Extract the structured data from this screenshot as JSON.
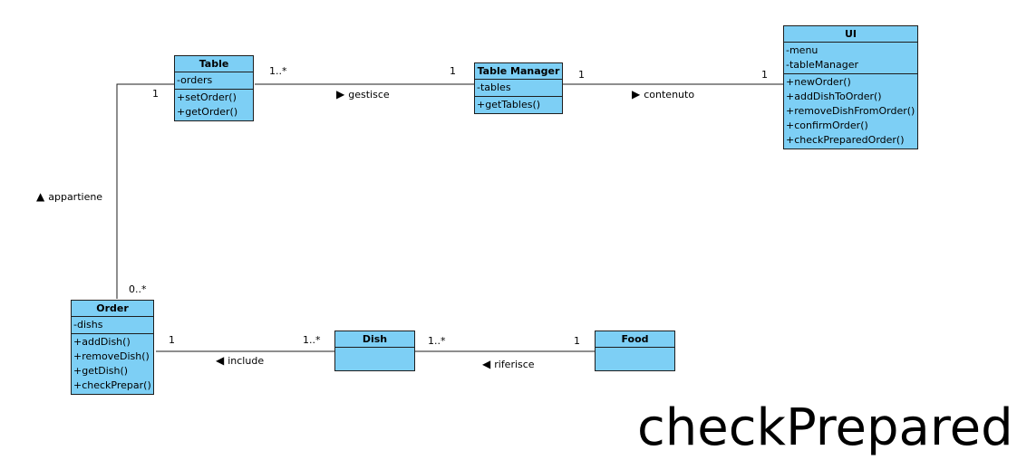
{
  "classes": {
    "table": {
      "name": "Table",
      "attributes": [
        "-orders"
      ],
      "methods": [
        "+setOrder()",
        "+getOrder()"
      ]
    },
    "table_manager": {
      "name": "Table Manager",
      "attributes": [
        "-tables"
      ],
      "methods": [
        "+getTables()"
      ]
    },
    "ui": {
      "name": "UI",
      "attributes": [
        "-menu",
        "-tableManager"
      ],
      "methods": [
        "+newOrder()",
        "+addDishToOrder()",
        "+removeDishFromOrder()",
        "+confirmOrder()",
        "+checkPreparedOrder()"
      ]
    },
    "order": {
      "name": "Order",
      "attributes": [
        "-dishs"
      ],
      "methods": [
        "+addDish()",
        "+removeDish()",
        "+getDish()",
        "+checkPrepar()"
      ]
    },
    "dish": {
      "name": "Dish"
    },
    "food": {
      "name": "Food"
    }
  },
  "associations": {
    "gestisce": {
      "label": "gestisce",
      "direction_icon": "triangle-right",
      "mult_table": "1..*",
      "mult_manager": "1"
    },
    "contenuto": {
      "label": "contenuto",
      "direction_icon": "triangle-right",
      "mult_manager": "1",
      "mult_ui": "1"
    },
    "appartiene": {
      "label": "appartiene",
      "direction_icon": "triangle-up",
      "mult_table": "1",
      "mult_order": "0..*"
    },
    "include": {
      "label": "include",
      "direction_icon": "triangle-left",
      "mult_order": "1",
      "mult_dish": "1..*"
    },
    "riferisce": {
      "label": "riferisce",
      "direction_icon": "triangle-left",
      "mult_dish": "1..*",
      "mult_food": "1"
    }
  },
  "colors": {
    "class_fill": "#7dcff5",
    "line": "#1e1e1e"
  },
  "caption": "checkPrepared"
}
